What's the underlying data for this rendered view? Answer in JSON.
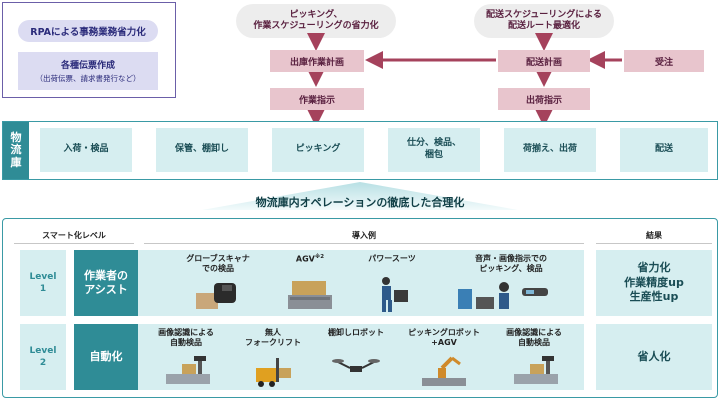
{
  "rpa": {
    "title": "RPAによる事務業務省力化",
    "item_line1": "各種伝票作成",
    "item_line2": "（出荷伝票、請求書発行など）"
  },
  "callouts": {
    "left": [
      "ピッキング、",
      "作業スケジューリングの省力化"
    ],
    "right": [
      "配送スケジューリングによる",
      "配送ルート最適化"
    ]
  },
  "planning": {
    "shipping_plan": "出庫作業計画",
    "work_instruction": "作業指示",
    "delivery_plan": "配送計画",
    "order": "受注",
    "shipping_instruction": "出荷指示"
  },
  "warehouse": {
    "label": [
      "物",
      "流",
      "庫"
    ],
    "steps": [
      [
        "入荷・検品"
      ],
      [
        "保管、棚卸し"
      ],
      [
        "ピッキング"
      ],
      [
        "仕分、検品、",
        "梱包"
      ],
      [
        "荷揃え、出荷"
      ],
      [
        "配送"
      ]
    ]
  },
  "banner": "物流庫内オペレーションの徹底した合理化",
  "table": {
    "headers": {
      "level": "スマート化レベル",
      "examples": "導入例",
      "result": "結果"
    },
    "rows": [
      {
        "level": [
          "Level",
          "1"
        ],
        "category": [
          "作業者の",
          "アシスト"
        ],
        "examples": [
          [
            "グローブスキャナ",
            "での検品"
          ],
          [
            "AGV"
          ],
          [
            "パワースーツ"
          ],
          [
            "音声・画像指示での",
            "ピッキング、検品"
          ]
        ],
        "agv_note": "※2",
        "result": [
          "省力化",
          "作業精度up",
          "生産性up"
        ]
      },
      {
        "level": [
          "Level",
          "2"
        ],
        "category": [
          "自動化"
        ],
        "examples": [
          [
            "画像認識による",
            "自動検品"
          ],
          [
            "無人",
            "フォークリフト"
          ],
          [
            "棚卸しロボット"
          ],
          [
            "ピッキングロボット",
            "+AGV"
          ],
          [
            "画像認識による",
            "自動検品"
          ]
        ],
        "result": [
          "省人化"
        ]
      }
    ]
  },
  "colors": {
    "teal": "#2f8c96",
    "teal_light": "#d6eef0",
    "maroon_arrow": "#a5425c",
    "pink_box": "#e8c5cd",
    "purple_border": "#6b5fa8",
    "lavender": "#dcdcf2"
  }
}
